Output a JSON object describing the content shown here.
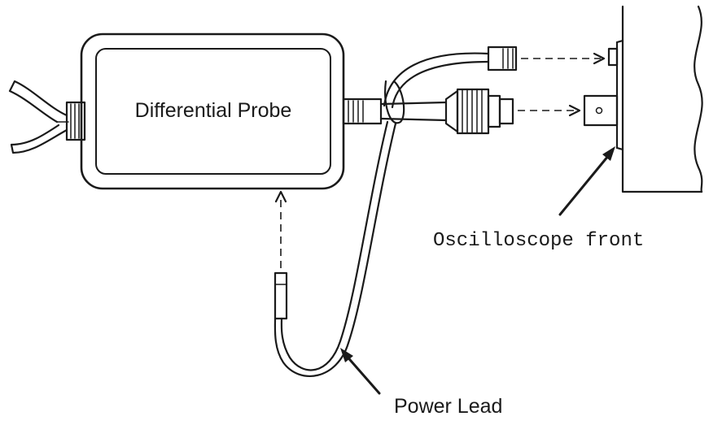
{
  "labels": {
    "probe": "Differential Probe",
    "oscilloscope": "Oscilloscope front",
    "power_lead": "Power Lead"
  },
  "colors": {
    "ink": "#1a1a1a",
    "background": "#ffffff"
  }
}
